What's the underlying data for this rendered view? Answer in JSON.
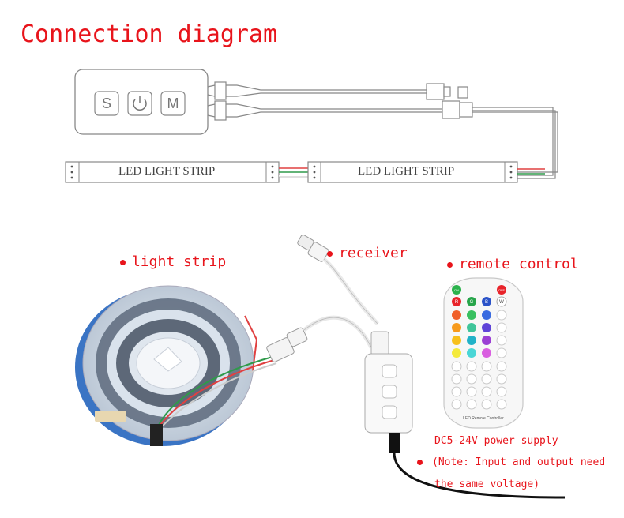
{
  "title": "Connection diagram",
  "controller": {
    "buttons": [
      "S",
      "⏻",
      "M"
    ]
  },
  "strips": [
    {
      "label": "LED  LIGHT STRIP"
    },
    {
      "label": "LED  LIGHT STRIP"
    }
  ],
  "photo_labels": {
    "light_strip": "light strip",
    "receiver": "receiver",
    "remote_control": "remote control"
  },
  "remote": {
    "top_buttons": [
      "ON",
      "OFF"
    ],
    "color_buttons": [
      "R",
      "G",
      "B",
      "W"
    ],
    "footer": "LED Remote Controller"
  },
  "power_note": {
    "line1": "DC5-24V power supply",
    "line2": "(Note: Input and output need",
    "line3": "the same voltage)"
  },
  "colors": {
    "accent_red": "#e8141b",
    "wire_red": "#e04040",
    "wire_green": "#2f9a4a",
    "outline_gray": "#888888"
  }
}
